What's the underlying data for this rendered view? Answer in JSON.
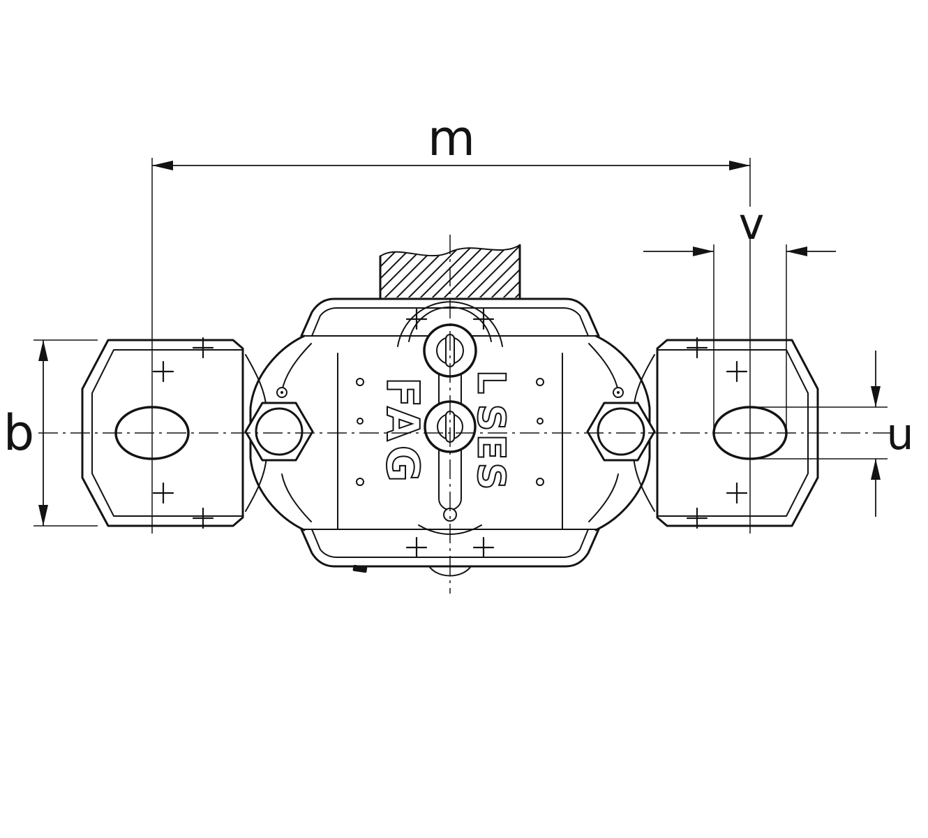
{
  "page": {
    "background": "#ffffff"
  },
  "drawing": {
    "type": "technical-dimension-drawing",
    "subject": "split-plummer-block-housing-top-view",
    "line_color": "#131313",
    "dimension_labels": {
      "m": "m",
      "v": "v",
      "b": "b",
      "u": "u"
    },
    "housing_markings": {
      "brand": "FAG",
      "series": "SES",
      "variant": "L"
    }
  }
}
